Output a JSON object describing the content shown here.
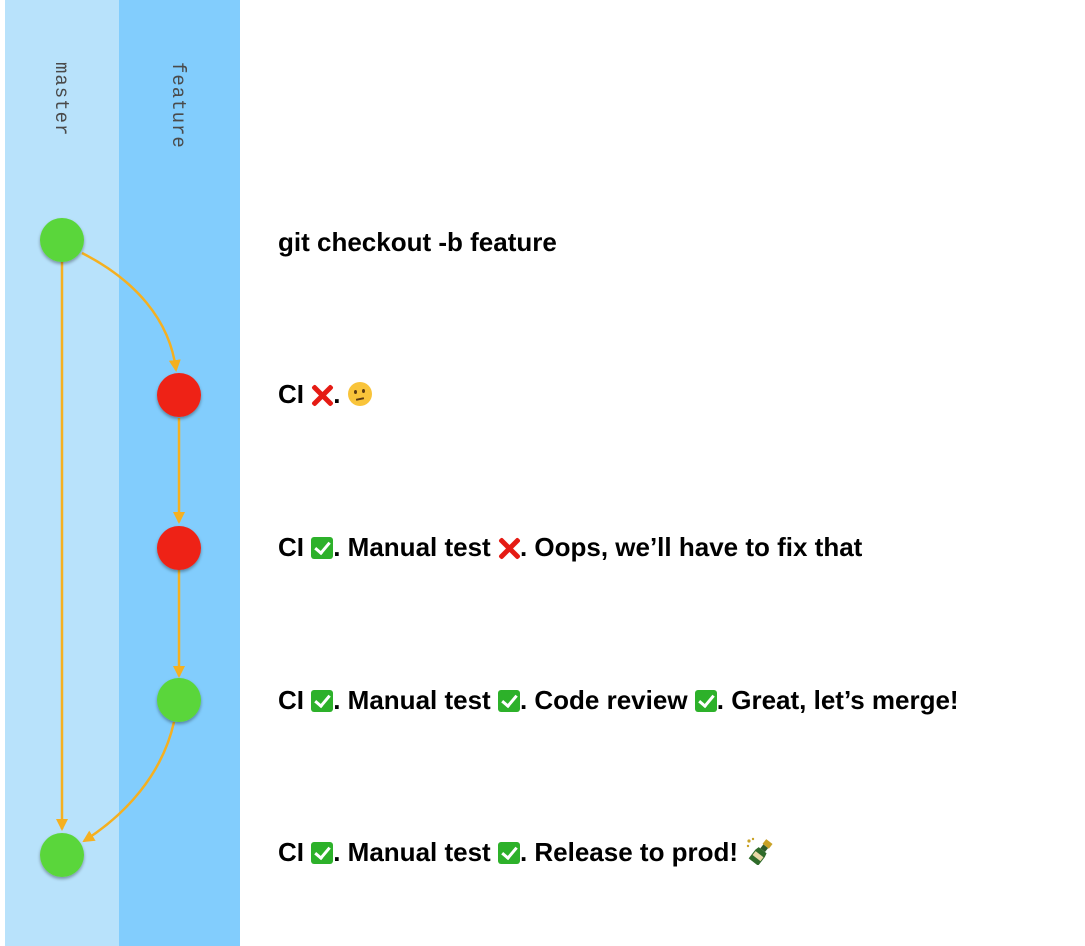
{
  "lanes": {
    "master": "master",
    "feature": "feature"
  },
  "steps": [
    {
      "segments": [
        "git checkout -b feature"
      ]
    },
    {
      "segments": [
        "CI ",
        ". "
      ]
    },
    {
      "segments": [
        "CI ",
        ". Manual test ",
        ". Oops, we’ll have to fix that"
      ]
    },
    {
      "segments": [
        "CI ",
        ". Manual test ",
        ". Code review ",
        ". Great, let’s merge!"
      ]
    },
    {
      "segments": [
        "CI ",
        ". Manual test ",
        ". Release to prod! "
      ]
    }
  ],
  "icons": [
    "cross-icon",
    "check-icon",
    "thinking-face-icon",
    "champagne-icon"
  ],
  "colors": {
    "master_lane": "#b8e2fb",
    "feature_lane": "#82cdfd",
    "commit_ok": "#5ad63a",
    "commit_fail": "#ee2213",
    "arrow": "#f5b020",
    "check": "#2db12a",
    "cross": "#e51b14"
  }
}
